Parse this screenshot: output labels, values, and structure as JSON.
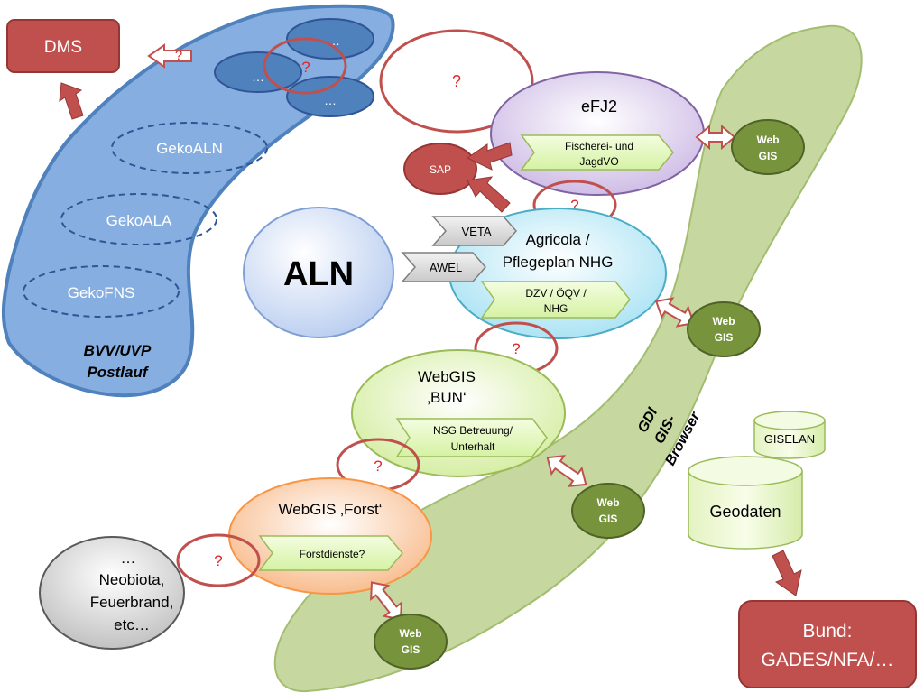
{
  "left_region": {
    "items_top": [
      "…",
      "…",
      "…"
    ],
    "apps": [
      "GekoALN",
      "GekoALA",
      "GekoFNS"
    ],
    "caption_line1": "BVV/UVP",
    "caption_line2": "Postlauf"
  },
  "dms": "DMS",
  "central": "ALN",
  "sap": "SAP",
  "efj2": {
    "title": "eFJ2",
    "tag_line1": "Fischerei- und",
    "tag_line2": "JagdVO"
  },
  "agricola": {
    "title_line1": "Agricola /",
    "title_line2": "Pflegeplan NHG",
    "veta": "VETA",
    "awel": "AWEL",
    "tag_line1": "DZV / ÖQV /",
    "tag_line2": "NHG"
  },
  "webgis_bun": {
    "title_line1": "WebGIS",
    "title_line2": "‚BUN‘",
    "tag_line1": "NSG Betreuung/",
    "tag_line2": "Unterhalt"
  },
  "webgis_forst": {
    "title": "WebGIS ‚Forst‘",
    "tag": "Forstdienste?"
  },
  "misc": {
    "line1": "…",
    "line2": "Neobiota,",
    "line3": "Feuerbrand,",
    "line4": "etc…"
  },
  "gdi": {
    "line1": "GDI",
    "line2": "GIS-",
    "line3": "Browser"
  },
  "webgis_node": {
    "line1": "Web",
    "line2": "GIS"
  },
  "gisel": "GISELAN",
  "geodaten": "Geodaten",
  "bund": {
    "line1": "Bund:",
    "line2": "GADES/NFA/…"
  },
  "question_mark": "?",
  "colors": {
    "blue_region": "#86aee0",
    "green_region": "#c3d69b",
    "red_box": "#c0504d",
    "question_ring": "#c0504d",
    "webgis_node": "#77933c"
  }
}
